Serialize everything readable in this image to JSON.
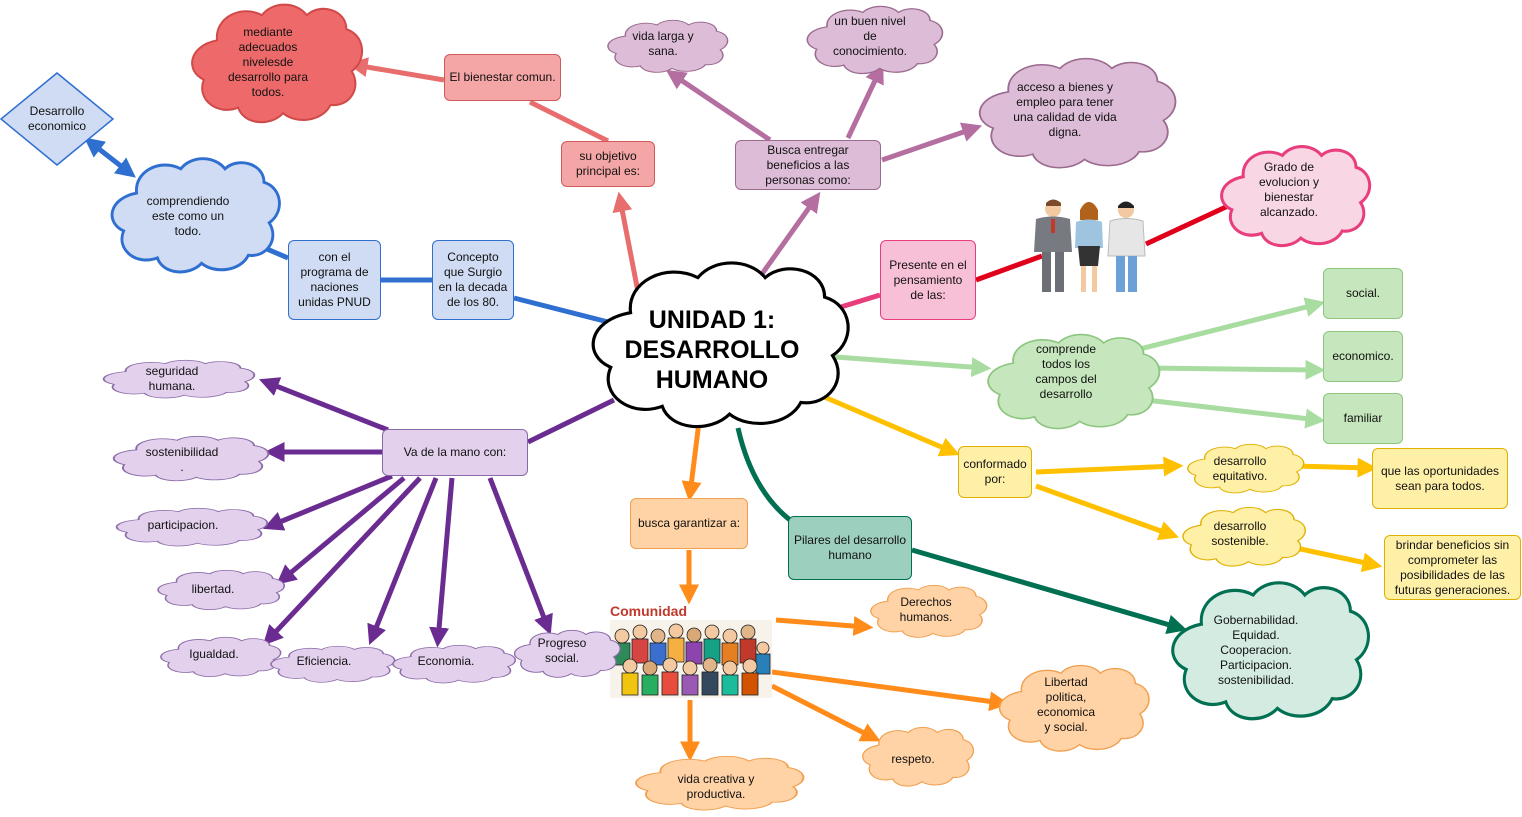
{
  "colors": {
    "blue": "#2f6fd0",
    "blueFill": "#cfdcf3",
    "red": "#e86e6e",
    "redFill": "#f4a5a5",
    "mauve": "#b46fa0",
    "mauveFill": "#dcbcd6",
    "pink": "#e83e7e",
    "pinkFill": "#f8c0d6",
    "green": "#a8dca0",
    "greenFill": "#c6e7bd",
    "yellow": "#ffc000",
    "yellowFill": "#fff0a8",
    "teal": "#006f52",
    "tealFill": "#b7dccf",
    "orange": "#ff8c1a",
    "orangeFill": "#ffd3a6",
    "purple": "#6a2c91",
    "purpleFill": "#e2d0ec"
  },
  "center": {
    "title": "UNIDAD 1:\nDESARROLLO\nHUMANO"
  },
  "blue": {
    "concepto": "Concepto\nque Surgio\nen la decada\nde los 80.",
    "programa": "con el\nprograma de\nnaciones\nunidas PNUD",
    "comprendiendo": "comprendiendo\neste como un\ntodo.",
    "economico": "Desarrollo\neconomico"
  },
  "red": {
    "objetivo": "su objetivo\nprincipal es:",
    "bienestar": "El bienestar comun.",
    "mediante": "mediante\nadecuados\nnivelesde\ndesarrollo para\ntodos."
  },
  "mauve": {
    "busca": "Busca entregar\nbeneficios a las\npersonas como:",
    "vida": "vida larga y\nsana.",
    "conocimiento": "un buen nivel\nde\nconocimiento.",
    "acceso": "acceso a bienes y\nempleo para tener\nuna calidad de vida\ndigna."
  },
  "pink": {
    "presente": "Presente en el\npensamiento\nde las:",
    "grado": "Grado de\nevolucion y\nbienestar\nalcanzado.",
    "people_icon": "people-icon"
  },
  "green": {
    "comprende": "comprende\ntodos los\ncampos del\ndesarrollo",
    "social": "social.",
    "economico": "economico.",
    "familiar": "familiar"
  },
  "yellow": {
    "conformado": "conformado\npor:",
    "equitativo": "desarrollo\nequitativo.",
    "sostenible": "desarrollo\nsostenible.",
    "oportunidades": "que las oportunidades\nsean para todos.",
    "brindar": "brindar beneficios sin\ncomprometer las\nposibilidades de las\nfuturas generaciones."
  },
  "teal": {
    "pilares": "Pilares del desarrollo\nhumano",
    "lista": "Gobernabilidad.\nEquidad.\nCooperacion.\nParticipacion.\nsostenibilidad."
  },
  "orange": {
    "garantizar": "busca garantizar a:",
    "comunidad": "Comunidad",
    "derechos": "Derechos\nhumanos.",
    "libertad": "Libertad\npolitica,\neconomica\ny social.",
    "respeto": "respeto.",
    "vida_creativa": "vida creativa y\nproductiva."
  },
  "purple": {
    "mano": "Va de la mano con:",
    "seguridad": "seguridad\nhumana.",
    "sostenibilidad": "sostenibilidad\n.",
    "participacion": "participacion.",
    "libertad": "libertad.",
    "igualdad": "Igualdad.",
    "eficiencia": "Eficiencia.",
    "economia": "Economia.",
    "progreso": "Progreso\nsocial."
  }
}
